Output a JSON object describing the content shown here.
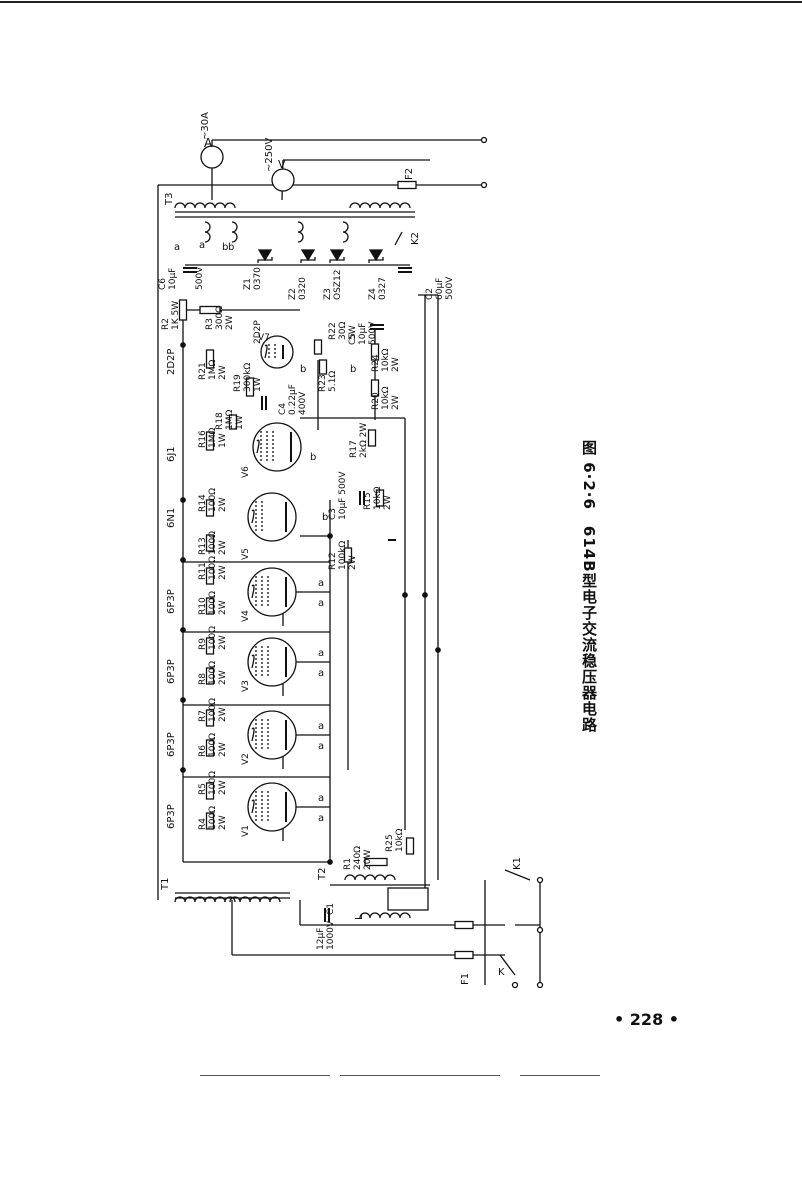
{
  "figure": {
    "caption": "图 6·2·6　614B型电子交流稳压器电路",
    "page_number": "• 228 •",
    "colors": {
      "line": "#111111",
      "background": "#ffffff"
    }
  },
  "tubes": [
    {
      "id": "V1",
      "type": "6P3P"
    },
    {
      "id": "V2",
      "type": "6P3P"
    },
    {
      "id": "V3",
      "type": "6P3P"
    },
    {
      "id": "V4",
      "type": "6P3P"
    },
    {
      "id": "V5",
      "type": "6N1"
    },
    {
      "id": "V6",
      "type": "6J1"
    },
    {
      "id": "V7",
      "type": "2D2P"
    }
  ],
  "resistors": [
    {
      "id": "R1",
      "value": "240Ω",
      "power": "20W"
    },
    {
      "id": "R2",
      "value": "1K",
      "power": "5W"
    },
    {
      "id": "R3",
      "value": "300Ω",
      "power": "2W"
    },
    {
      "id": "R4",
      "value": "100Ω",
      "power": "2W"
    },
    {
      "id": "R5",
      "value": "100Ω",
      "power": "2W"
    },
    {
      "id": "R6",
      "value": "100Ω",
      "power": "2W"
    },
    {
      "id": "R7",
      "value": "100Ω",
      "power": "2W"
    },
    {
      "id": "R8",
      "value": "100Ω",
      "power": "2W"
    },
    {
      "id": "R9",
      "value": "100Ω",
      "power": "2W"
    },
    {
      "id": "R10",
      "value": "100Ω",
      "power": "2W"
    },
    {
      "id": "R11",
      "value": "100Ω",
      "power": "2W"
    },
    {
      "id": "R12",
      "value": "100kΩ",
      "power": "2W"
    },
    {
      "id": "R13",
      "value": "100Ω",
      "power": "2W"
    },
    {
      "id": "R14",
      "value": "100Ω",
      "power": "2W"
    },
    {
      "id": "R15",
      "value": "10kΩ",
      "power": "2W"
    },
    {
      "id": "R16",
      "value": "1MΩ",
      "power": "1W"
    },
    {
      "id": "R17",
      "value": "2kΩ",
      "power": "2W"
    },
    {
      "id": "R18",
      "value": "1MΩ",
      "power": "1W"
    },
    {
      "id": "R19",
      "value": "300kΩ",
      "power": "1W"
    },
    {
      "id": "R20",
      "value": "10kΩ",
      "power": "2W"
    },
    {
      "id": "R21",
      "value": "1MΩ",
      "power": "2W"
    },
    {
      "id": "R22",
      "value": "30Ω",
      "power": "5W"
    },
    {
      "id": "R23",
      "value": "5.1Ω",
      "power": ""
    },
    {
      "id": "R24",
      "value": "10kΩ",
      "power": "2W"
    },
    {
      "id": "R25",
      "value": "10kΩ",
      "power": ""
    }
  ],
  "capacitors": [
    {
      "id": "C1",
      "value": "12μF",
      "voltage": "1000V"
    },
    {
      "id": "C2",
      "value": "60μF",
      "voltage": "500V"
    },
    {
      "id": "C3",
      "value": "10μF",
      "voltage": "500V"
    },
    {
      "id": "C4",
      "value": "0.22μF",
      "voltage": "400V"
    },
    {
      "id": "C5",
      "value": "10μF",
      "voltage": "500V"
    },
    {
      "id": "C6",
      "value": "10μF",
      "voltage": "500V"
    }
  ],
  "zener": [
    {
      "id": "Z1",
      "type": "0370"
    },
    {
      "id": "Z2",
      "type": "0320"
    },
    {
      "id": "Z3",
      "type": "OSZ12"
    },
    {
      "id": "Z4",
      "type": "0327"
    }
  ],
  "transformers": [
    "T1",
    "T2",
    "T3"
  ],
  "inductor": "L",
  "switches": [
    "K",
    "K1",
    "K2"
  ],
  "fuses": [
    "F1",
    "F2"
  ],
  "meters": [
    {
      "id": "A",
      "range": "~30A"
    },
    {
      "id": "V",
      "range": "~250V"
    }
  ],
  "terminal_labels": [
    "a",
    "b"
  ]
}
